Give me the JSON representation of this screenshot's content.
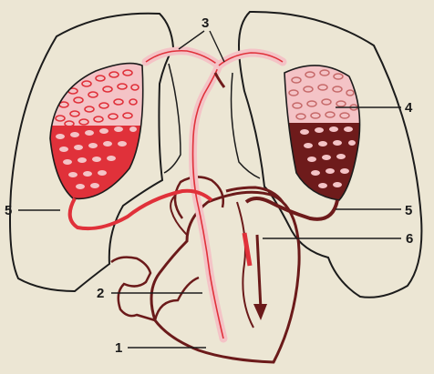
{
  "labels": {
    "heart": "1",
    "vessel_main": "2",
    "trachea_bronchi": "3",
    "alveoli_right": "4",
    "pulmonary_vein_right": "5",
    "pulmonary_vein_left": "5",
    "vessel_6": "6"
  },
  "colors": {
    "background": "#ece6d4",
    "outline": "#1c1c1c",
    "lung_fill": "#ece6d4",
    "arterial_red": "#e0313a",
    "bright_red": "#f0353c",
    "venous_dark": "#6e1b1b",
    "pale_pink": "#f4c3c6",
    "heart_outline": "#6b1a1a"
  }
}
